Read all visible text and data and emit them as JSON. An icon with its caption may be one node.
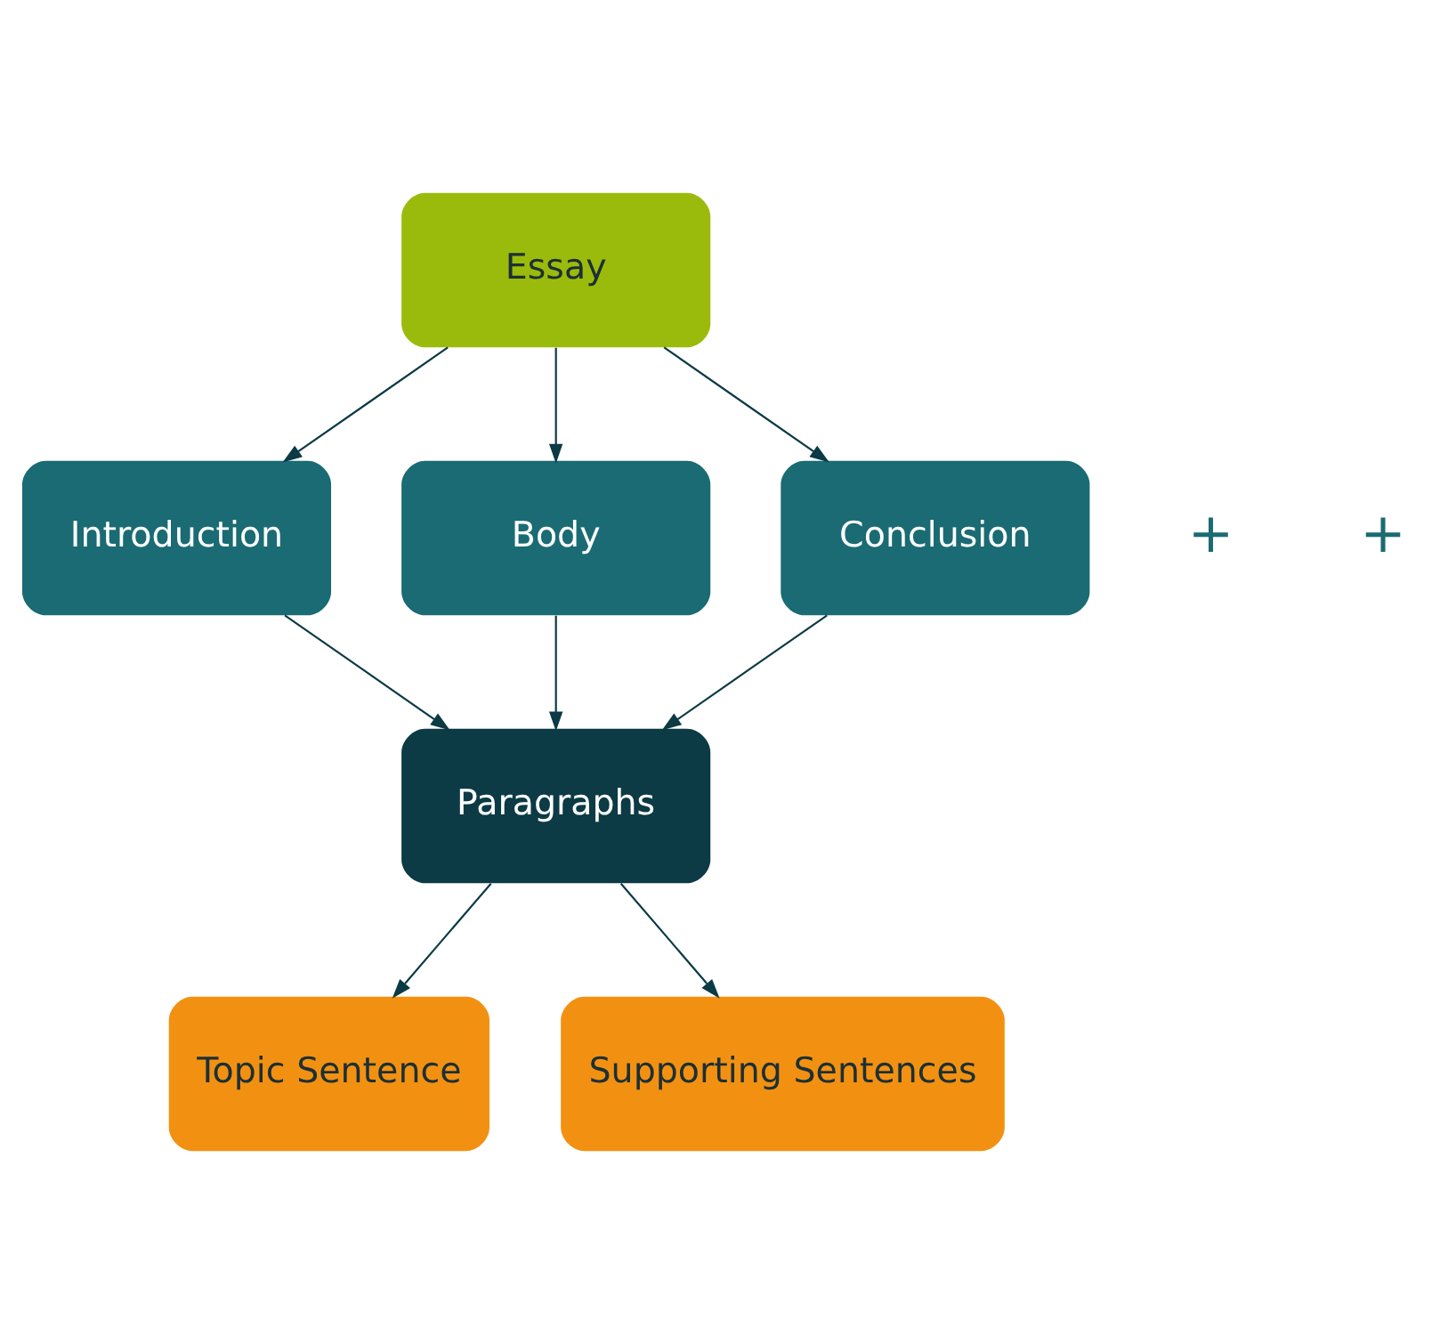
{
  "diagram": {
    "nodes": [
      {
        "text": [
          "Essay"
        ]
      },
      {
        "text": [
          "Introduction"
        ]
      },
      {
        "text": [
          "Body"
        ]
      },
      {
        "text": [
          "Conclusion"
        ]
      },
      {
        "text": [
          "Paragraphs"
        ]
      },
      {
        "text": [
          "Topic Sentence"
        ]
      },
      {
        "text": [
          "Supporting Sentences"
        ]
      }
    ],
    "edges": [
      {
        "from": 0,
        "to": 1,
        "arrow": "to"
      },
      {
        "from": 0,
        "to": 2,
        "arrow": "to"
      },
      {
        "from": 0,
        "to": 3,
        "arrow": "to"
      },
      {
        "from": 1,
        "to": 4,
        "arrow": "to"
      },
      {
        "from": 2,
        "to": 4,
        "arrow": "to"
      },
      {
        "from": 3,
        "to": 4,
        "arrow": "to"
      },
      {
        "from": 4,
        "to": 5,
        "arrow": "to"
      },
      {
        "from": 4,
        "to": 6,
        "arrow": "to"
      }
    ],
    "labels": [
      "+",
      "+"
    ]
  }
}
